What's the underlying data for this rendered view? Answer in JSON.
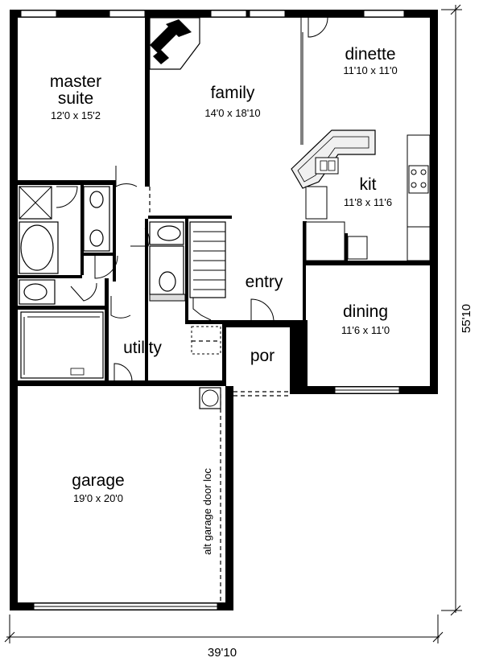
{
  "rooms": {
    "master_suite": {
      "name_line1": "master",
      "name_line2": "suite",
      "size": "12'0 x 15'2"
    },
    "family": {
      "name": "family",
      "size": "14'0 x 18'10"
    },
    "dinette": {
      "name": "dinette",
      "size": "11'10 x 11'0"
    },
    "kit": {
      "name": "kit",
      "size": "11'8 x 11'6"
    },
    "entry": {
      "name": "entry"
    },
    "dining": {
      "name": "dining",
      "size": "11'6 x 11'0"
    },
    "utility": {
      "name": "utility"
    },
    "por": {
      "name": "por"
    },
    "garage": {
      "name": "garage",
      "size": "19'0 x 20'0"
    }
  },
  "annotations": {
    "alt_garage_door": "alt garage door loc"
  },
  "dimensions": {
    "overall_width": "39'10",
    "overall_depth": "55'10"
  }
}
